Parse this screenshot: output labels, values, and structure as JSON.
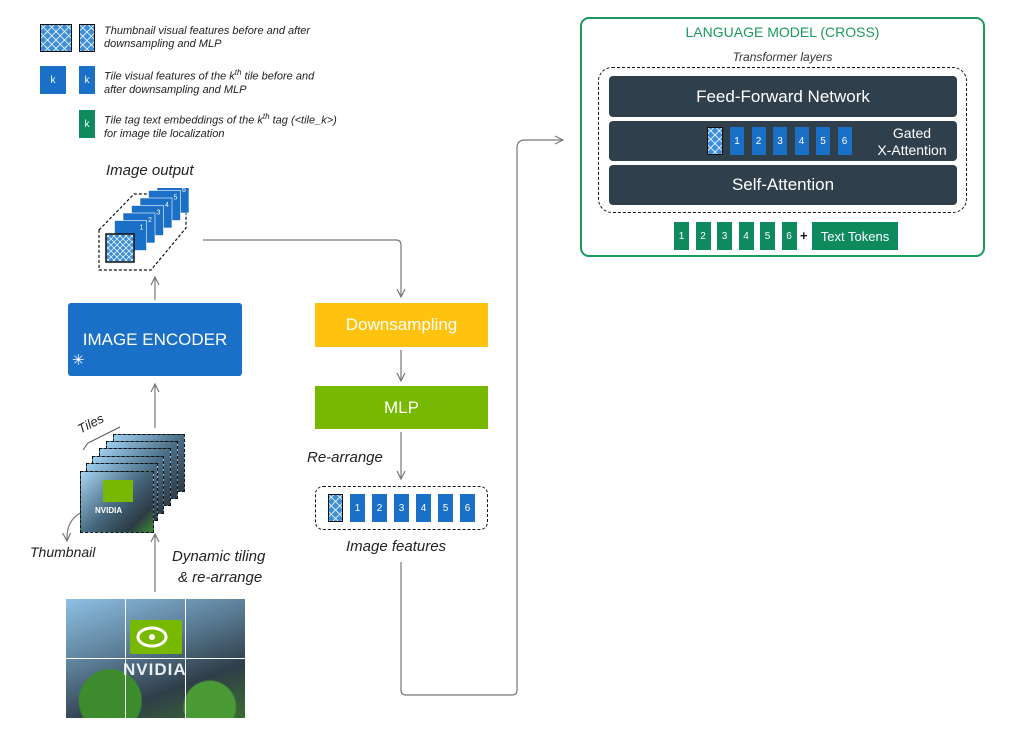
{
  "legend": {
    "thumbnail": "Thumbnail visual features before and after downsampling and MLP",
    "tile_k": "k",
    "tile_line1": "Tile visual features of the k",
    "tile_sup": "th",
    "tile_line1_end": " tile before and",
    "tile_line2": "after downsampling and MLP",
    "tag_line1": "Tile tag text embeddings of the k",
    "tag_sup": "th",
    "tag_line1_end": " tag (<tile_k>)",
    "tag_line2": "for image tile localization"
  },
  "labels": {
    "image_output": "Image output",
    "image_encoder": "IMAGE ENCODER",
    "tiles": "Tiles",
    "thumbnail": "Thumbnail",
    "dynamic_tiling_1": "Dynamic tiling",
    "dynamic_tiling_2": "& re-arrange",
    "downsampling": "Downsampling",
    "mlp": "MLP",
    "rearrange": "Re-arrange",
    "image_features": "Image features",
    "lm_title": "LANGUAGE MODEL (CROSS)",
    "transformer_layers": "Transformer layers",
    "ffn": "Feed-Forward Network",
    "gated_1": "Gated",
    "gated_2": "X-Attention",
    "self_attention": "Self-Attention",
    "plus": "+",
    "text_tokens": "Text Tokens",
    "photo_logo_text": "NVIDIA"
  },
  "tile_numbers": [
    "1",
    "2",
    "3",
    "4",
    "5",
    "6"
  ],
  "colors": {
    "blue": "#1a6fc7",
    "green_tag": "#0f8a5f",
    "downsampling": "#ffc20e",
    "mlp": "#76b900",
    "dark": "#2f3f4b",
    "lm_border": "#1a9a5c"
  }
}
